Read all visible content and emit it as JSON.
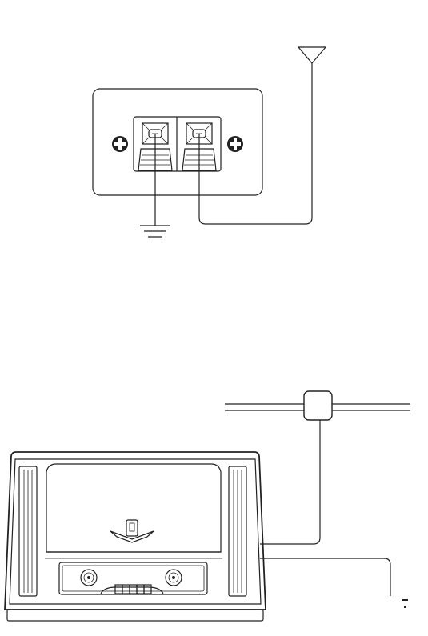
{
  "colors": {
    "stroke": "#222222",
    "background": "#ffffff"
  },
  "figure_top": {
    "components": [
      "terminal-plate",
      "mounting-screw-left",
      "mounting-screw-right",
      "ground-terminal",
      "antenna-terminal",
      "ground-symbol",
      "antenna-symbol"
    ]
  },
  "figure_bottom": {
    "components": [
      "antenna-wire",
      "antenna-splitter-box",
      "radio-cabinet",
      "radio-cable"
    ]
  }
}
